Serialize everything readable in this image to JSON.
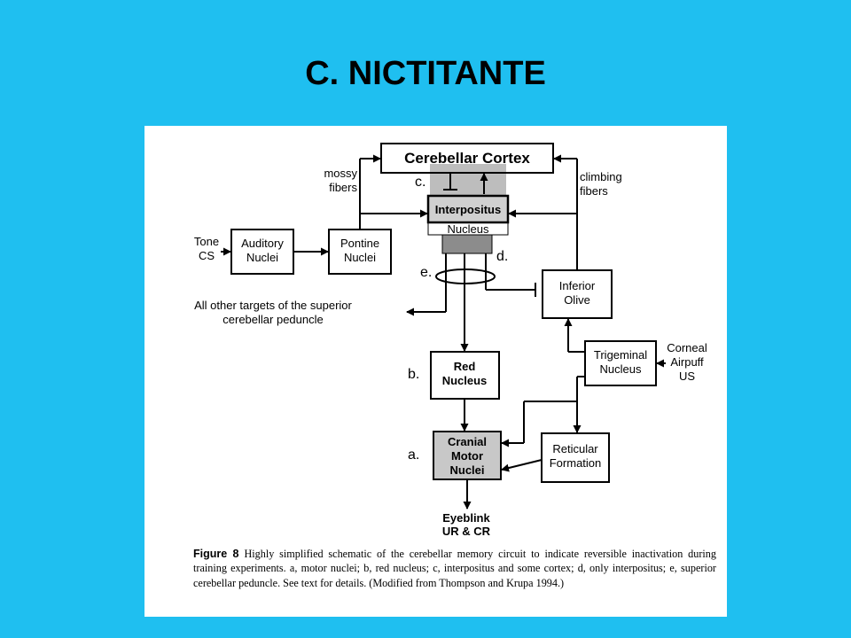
{
  "title": "C. NICTITANTE",
  "figure": {
    "nodes": {
      "cerebellar_cortex": "Cerebellar Cortex",
      "interpositus": "Interpositus",
      "nucleus": "Nucleus",
      "auditory": [
        "Auditory",
        "Nuclei"
      ],
      "pontine": [
        "Pontine",
        "Nuclei"
      ],
      "inferior_olive": [
        "Inferior",
        "Olive"
      ],
      "trigeminal": [
        "Trigeminal",
        "Nucleus"
      ],
      "red_nucleus": [
        "Red",
        "Nucleus"
      ],
      "cranial_motor": [
        "Cranial",
        "Motor",
        "Nuclei"
      ],
      "reticular": [
        "Reticular",
        "Formation"
      ]
    },
    "labels": {
      "mossy": [
        "mossy",
        "fibers"
      ],
      "climbing": [
        "climbing",
        "fibers"
      ],
      "tone_cs": [
        "Tone",
        "CS"
      ],
      "corneal": [
        "Corneal",
        "Airpuff",
        "US"
      ],
      "other_targets": [
        "All other targets of the superior",
        "cerebellar peduncle"
      ],
      "eyeblink": [
        "Eyeblink",
        "UR & CR"
      ],
      "site_a": "a.",
      "site_b": "b.",
      "site_c": "c.",
      "site_d": "d.",
      "site_e": "e."
    },
    "caption_label": "Figure 8",
    "caption_text": "Highly simplified schematic of the cerebellar memory circuit to indicate reversible inactivation during training experiments. a, motor nuclei; b, red nucleus; c, interpositus and some cortex; d, only interpositus; e, superior cerebellar peduncle. See text for details. (Modified from Thompson and Krupa 1994.)"
  }
}
